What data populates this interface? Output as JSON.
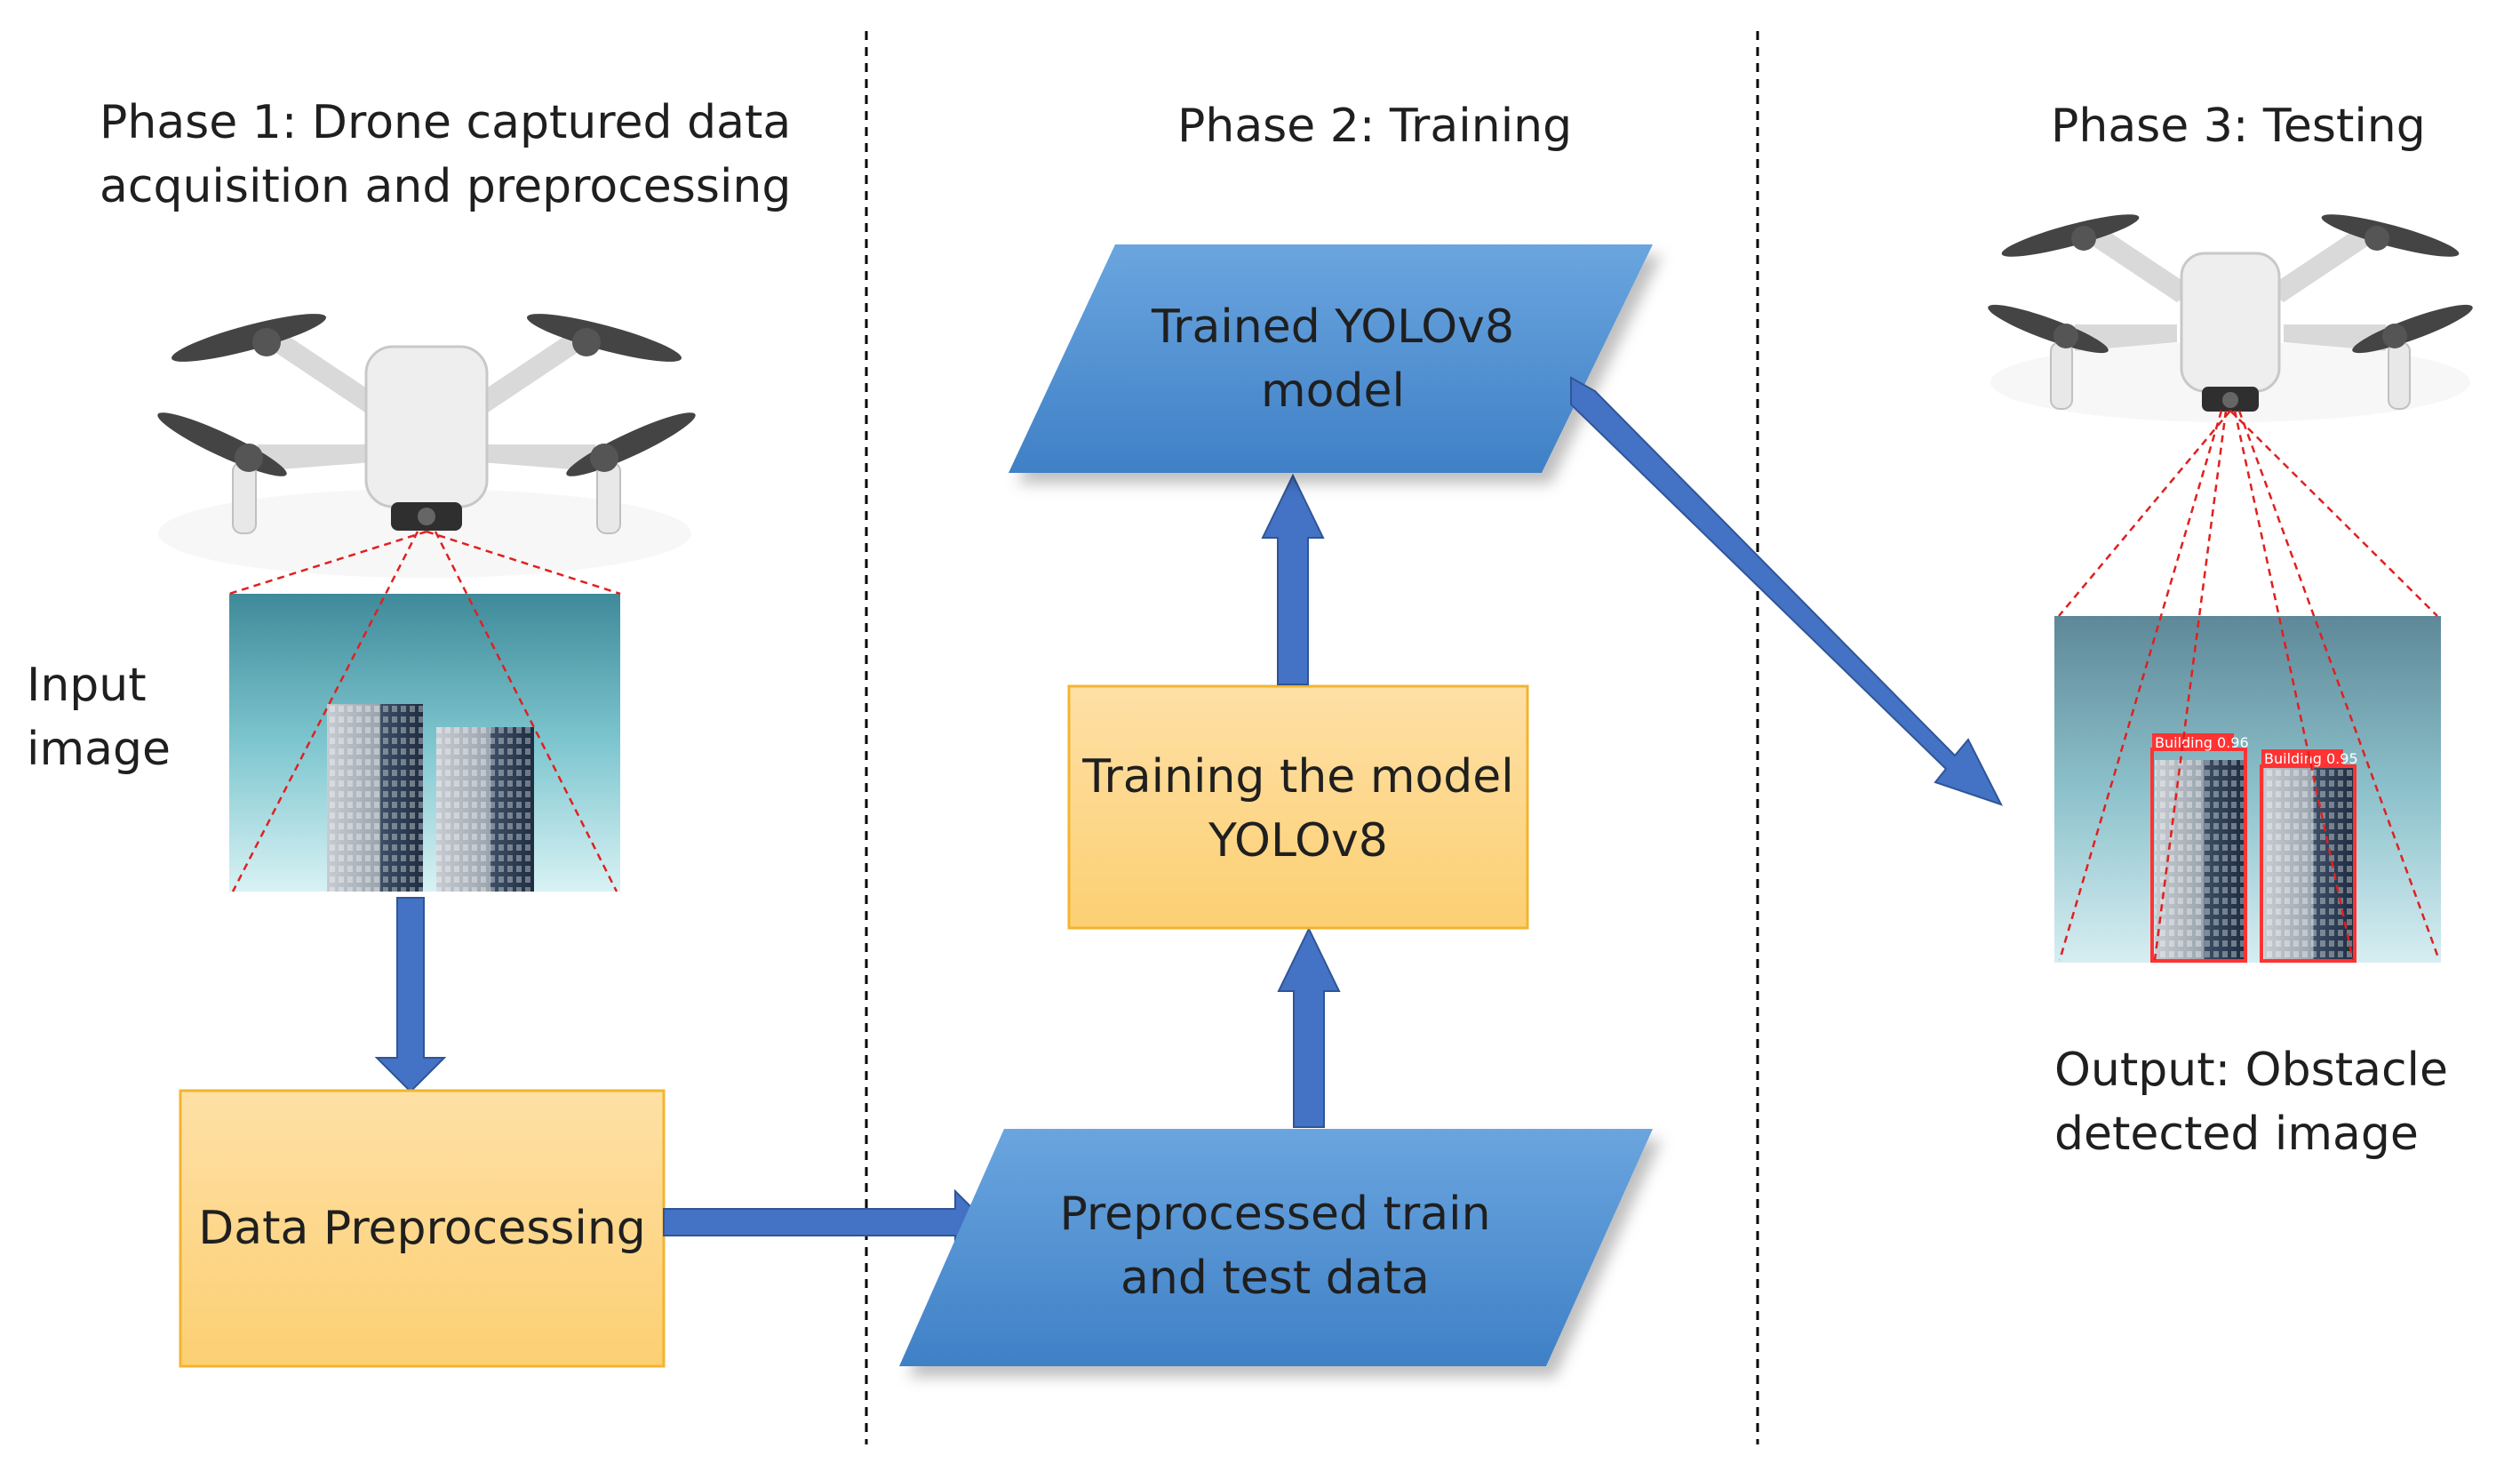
{
  "phases": {
    "phase1_line1": "Phase 1: Drone captured data",
    "phase1_line2": "acquisition and preprocessing",
    "phase2": "Phase 2: Training",
    "phase3": "Phase 3: Testing"
  },
  "labels": {
    "input_line1": "Input",
    "input_line2": "image",
    "output_line1": "Output: Obstacle",
    "output_line2": "detected image"
  },
  "boxes": {
    "data_preprocessing": "Data Preprocessing",
    "preprocessed_line1": "Preprocessed train",
    "preprocessed_line2": "and test data",
    "training_line1": "Training the model",
    "training_line2": "YOLOv8",
    "trained_line1": "Trained YOLOv8",
    "trained_line2": "model"
  },
  "detections": [
    {
      "label": "Building 0.96"
    },
    {
      "label": "Building 0.95"
    }
  ],
  "colors": {
    "box_orange": "#fdd58a",
    "box_orange_border": "#f2b430",
    "parallelogram_blue": "#5b9bd5",
    "arrow_blue": "#4472c4",
    "detection_red": "#ff3333",
    "divider": "#000000"
  }
}
